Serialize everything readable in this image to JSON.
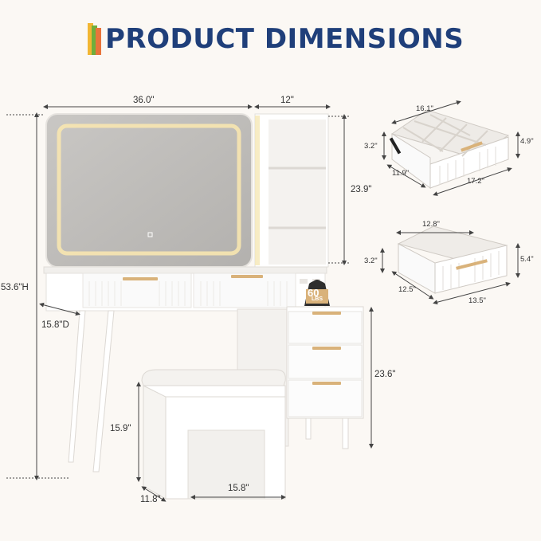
{
  "header": {
    "title": "PRODUCT DIMENSIONS"
  },
  "colors": {
    "title": "#1f3f7a",
    "accent_yellow": "#f2b632",
    "accent_green": "#6fae3c",
    "accent_orange": "#e8743b",
    "handle_gold": "#d9b27a",
    "furniture_white": "#ffffff",
    "mirror_gray": "#bdbbb8",
    "light_glow": "#f7e6b0"
  },
  "vanity": {
    "width": "36.0\"",
    "cabinet_width": "12\"",
    "total_height": "53.6\"H",
    "depth": "15.8\"D",
    "mirror_height": "23.9\"",
    "drawer_height": "23.6\""
  },
  "badge": {
    "weight": "60",
    "unit": "LBS"
  },
  "stool": {
    "height": "15.9\"",
    "width": "15.8\"",
    "depth": "11.8\""
  },
  "drawer_top": {
    "width": "16.1\"",
    "height": "3.2\"",
    "depth": "11.9\"",
    "length": "17.2\"",
    "outer_height": "4.9\""
  },
  "drawer_bottom": {
    "width": "12.8\"",
    "height": "3.2\"",
    "depth": "12.5\"",
    "length": "13.5\"",
    "outer_height": "5.4\""
  }
}
